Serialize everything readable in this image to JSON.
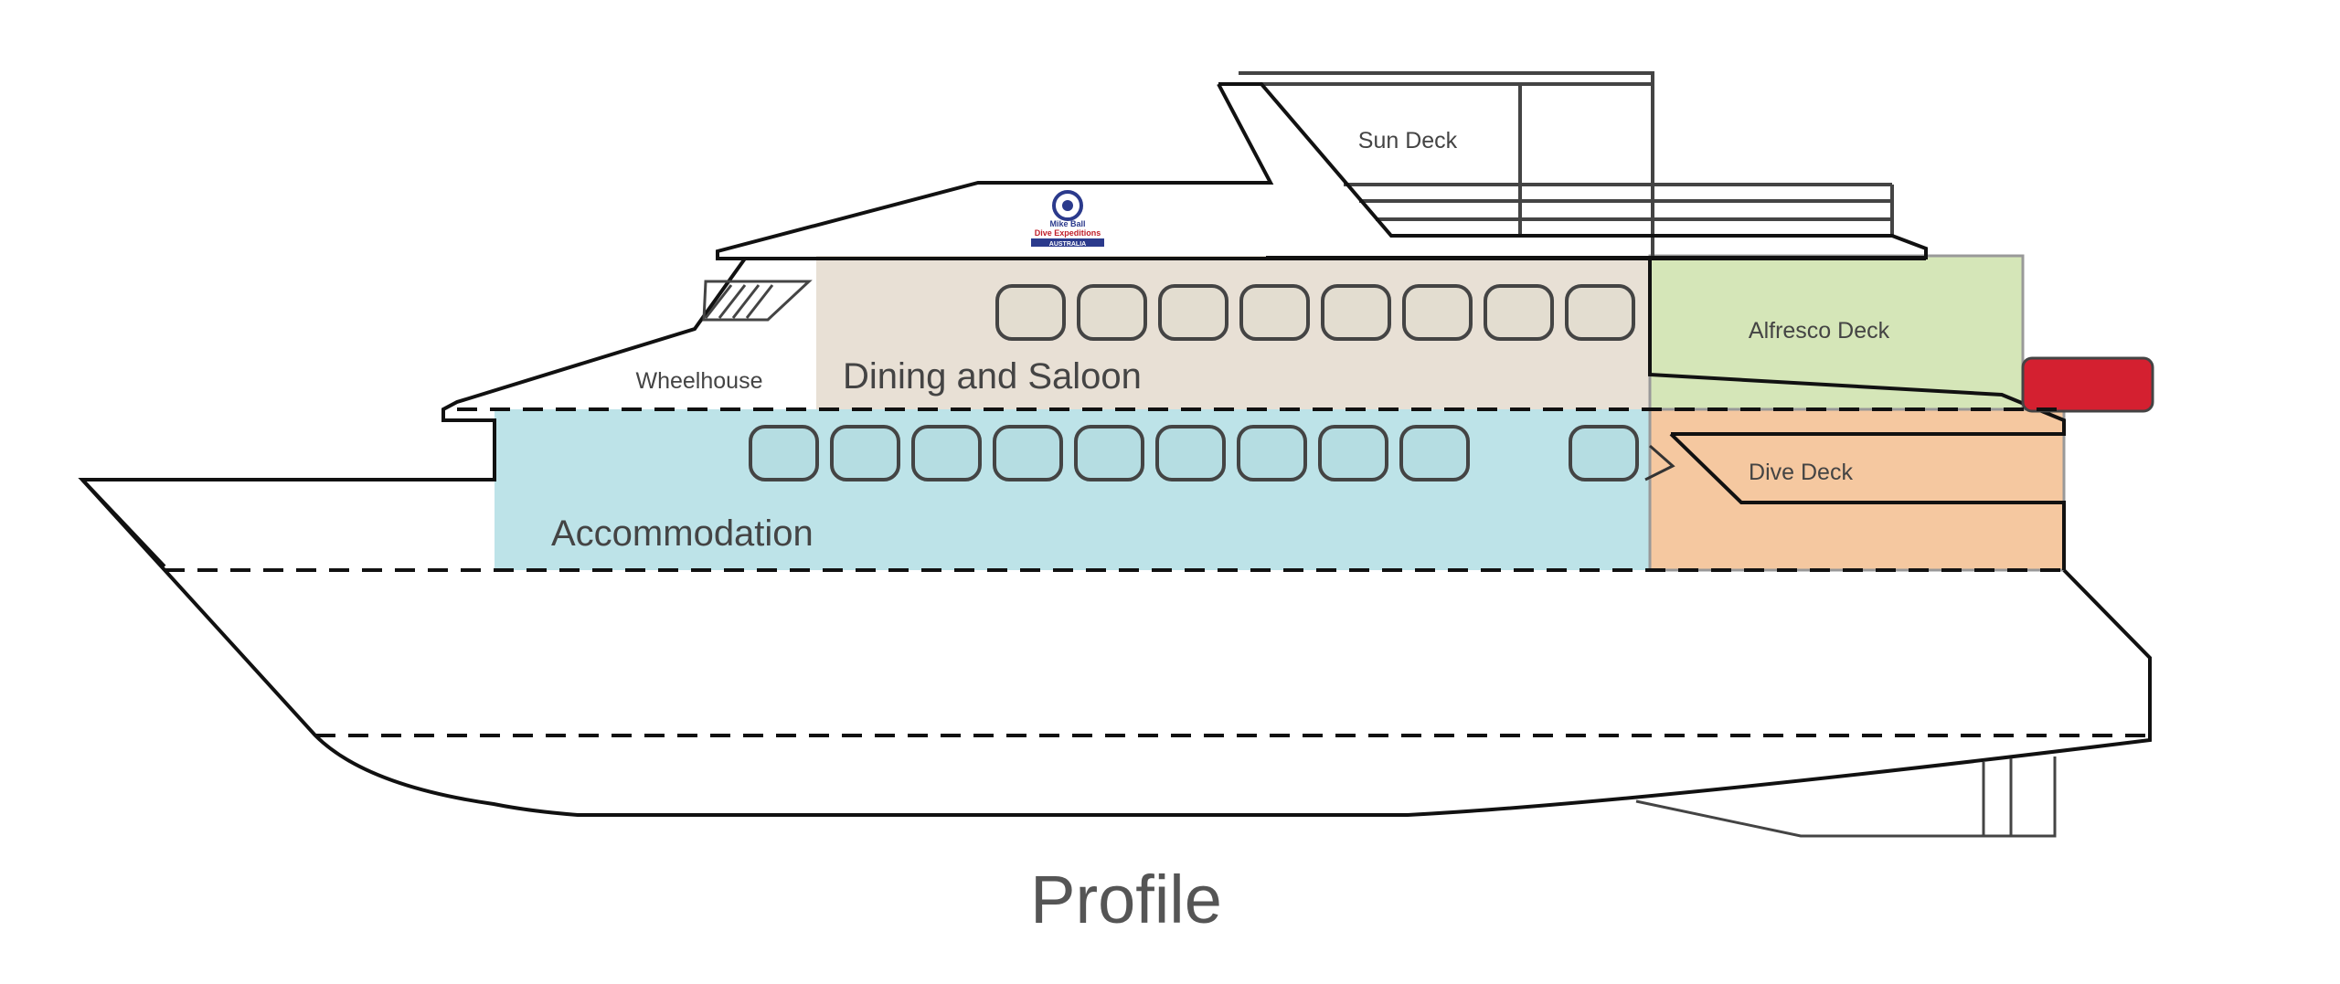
{
  "diagram": {
    "title": "Profile",
    "areas": {
      "sun_deck": "Sun Deck",
      "wheelhouse": "Wheelhouse",
      "dining_saloon": "Dining and Saloon",
      "alfresco_deck": "Alfresco Deck",
      "accommodation": "Accommodation",
      "dive_deck": "Dive Deck"
    },
    "logo": {
      "line1": "Mike Ball",
      "line2": "Dive Expeditions",
      "line3": "AUSTRALIA"
    },
    "colors": {
      "dining_saloon": "#e8e0d5",
      "alfresco_deck": "#d5e6b8",
      "accommodation": "#bde3e8",
      "dive_deck": "#f5c8a0",
      "stern_marker": "#d42030",
      "outline": "#111111"
    }
  }
}
